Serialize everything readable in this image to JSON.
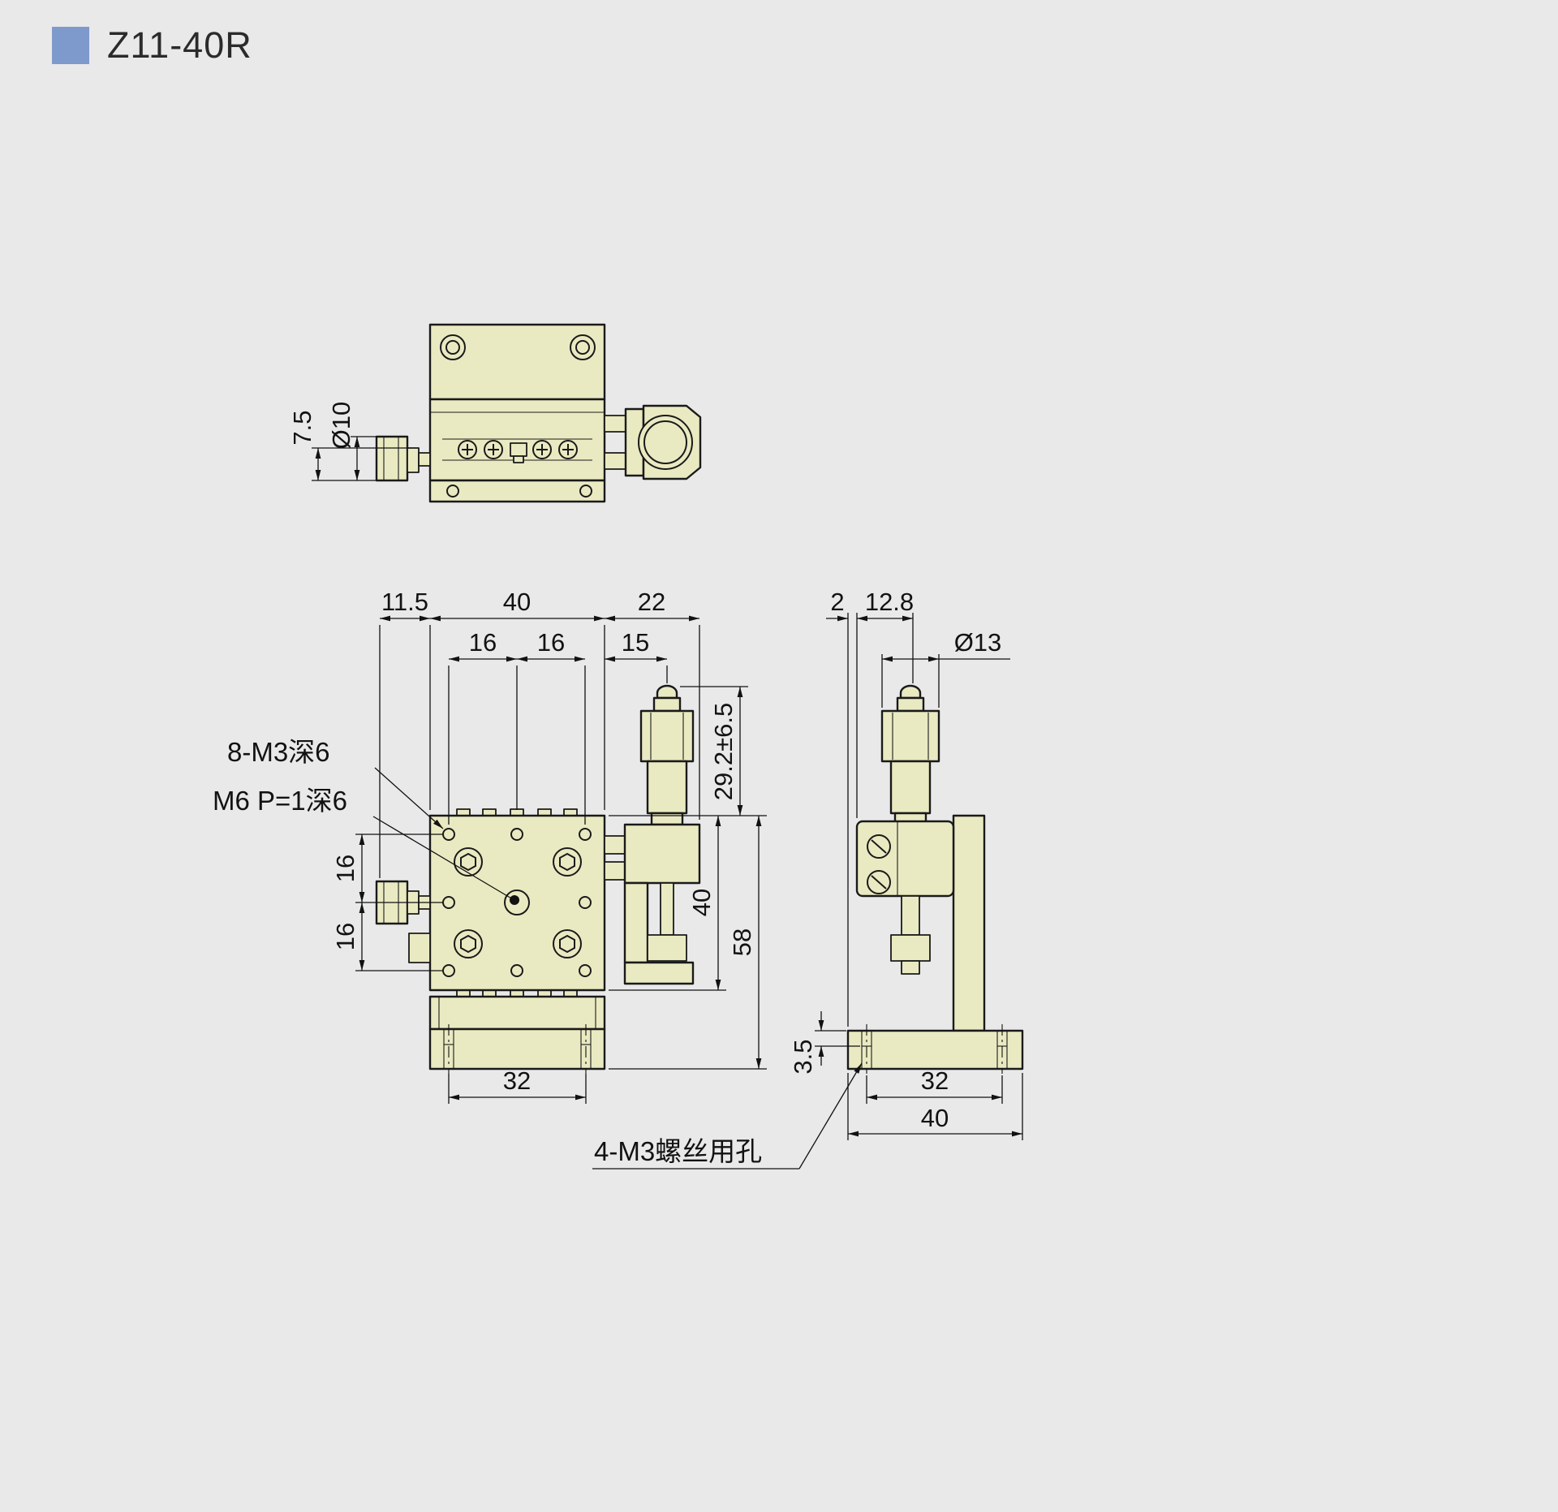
{
  "page": {
    "title": "Z11-40R",
    "colors": {
      "background": "#e9e9e9",
      "accent_blue": "#7e99cc",
      "part_fill": "#eaeac2",
      "line": "#1a1a1a",
      "dimension": "#121212"
    }
  },
  "top_view": {
    "name": "top-view",
    "dims": {
      "knob_offset": "7.5",
      "knob_diameter": "Ø10"
    }
  },
  "front_view": {
    "name": "front-view",
    "labels": {
      "mounting_holes": "8-M3深6",
      "center_thread": "M6 P=1深6"
    },
    "dims": {
      "left_overhang": "11.5",
      "body_width": "40",
      "head_overhang": "22",
      "hole_pitch_left": "16",
      "hole_pitch_right": "16",
      "axis_offset": "15",
      "travel": "29.2±6.5",
      "body_height": "40",
      "overall_height": "58",
      "hole_pitch_upper": "16",
      "hole_pitch_lower": "16",
      "base_hole_pitch": "32"
    }
  },
  "side_view": {
    "name": "side-view",
    "labels": {
      "base_holes": "4-M3螺丝用孔"
    },
    "dims": {
      "plate_offset": "2",
      "axis_offset": "12.8",
      "thimble_diameter": "Ø13",
      "counterbore_depth": "3.5",
      "base_hole_pitch": "32",
      "base_width": "40"
    }
  }
}
